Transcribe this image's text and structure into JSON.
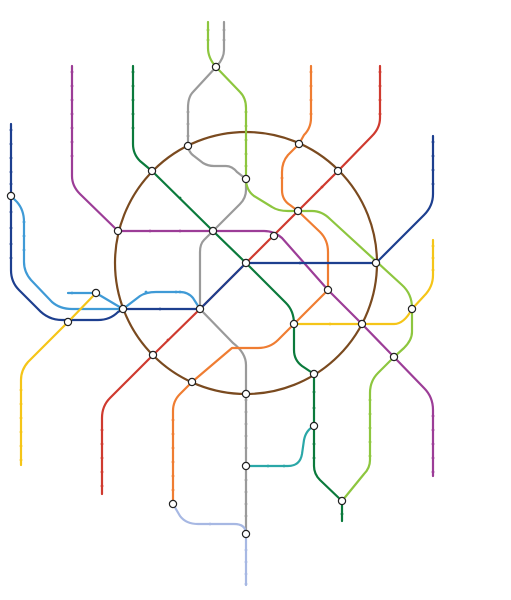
{
  "map": {
    "kind": "metro-schematic",
    "station_labels_shown": false,
    "colors": {
      "circle": "#7a4a1f",
      "gray": "#9a9a9a",
      "light_green": "#8dc63f",
      "orange": "#ef7d32",
      "red": "#cf3a2f",
      "purple": "#9c3d97",
      "dark_green": "#0b7a3c",
      "dark_blue": "#1d3f8f",
      "light_blue": "#3f9ad6",
      "yellow": "#f5c518",
      "teal": "#2aa7a7",
      "lavender": "#a7b8e3",
      "interchange_fill": "#ffffff",
      "interchange_stroke": "#222222"
    },
    "lines": [
      {
        "id": "circle",
        "color_key": "circle"
      },
      {
        "id": "gray",
        "color_key": "gray"
      },
      {
        "id": "light_green",
        "color_key": "light_green"
      },
      {
        "id": "orange",
        "color_key": "orange"
      },
      {
        "id": "red",
        "color_key": "red"
      },
      {
        "id": "purple",
        "color_key": "purple"
      },
      {
        "id": "dark_green",
        "color_key": "dark_green"
      },
      {
        "id": "dark_blue",
        "color_key": "dark_blue"
      },
      {
        "id": "light_blue",
        "color_key": "light_blue"
      },
      {
        "id": "yellow",
        "color_key": "yellow"
      },
      {
        "id": "teal",
        "color_key": "teal"
      },
      {
        "id": "lavender",
        "color_key": "lavender"
      }
    ]
  }
}
